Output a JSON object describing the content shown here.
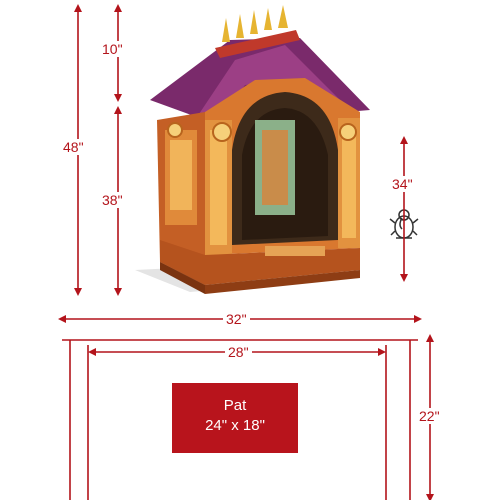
{
  "dimensions": {
    "total_height": "48\"",
    "roof_height": "10\"",
    "body_height": "38\"",
    "inner_height": "34\"",
    "width": "32\"",
    "base_width": "28\"",
    "base_depth": "22\""
  },
  "pat": {
    "title": "Pat",
    "size": "24\" x 18\""
  },
  "colors": {
    "dimension_line": "#b3141b",
    "pat_fill": "#b8141c",
    "temple_orange": "#d9782f",
    "temple_purple": "#7a2a6b"
  },
  "icons": {
    "deity": "ganesha-figure-icon"
  }
}
